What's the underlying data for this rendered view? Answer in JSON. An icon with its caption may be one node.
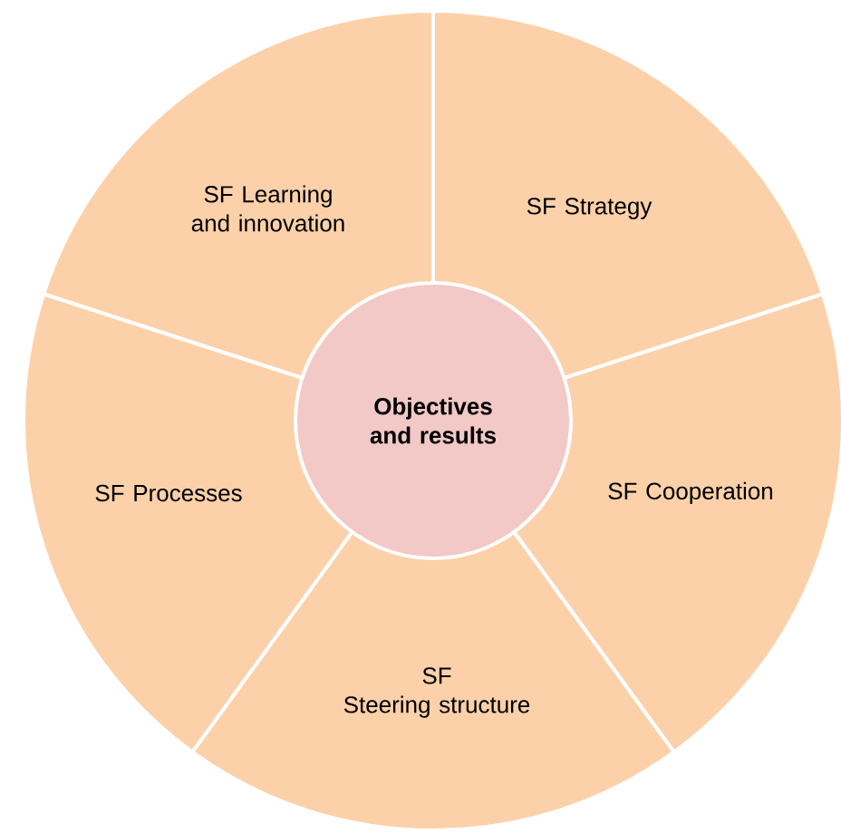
{
  "diagram": {
    "nodes": [
      {
        "text": [
          "SF Learning and innovation"
        ]
      },
      {
        "text": [
          "SF Strategy"
        ]
      },
      {
        "text": [
          "SF Processes"
        ]
      },
      {
        "text": [
          "SF Cooperation"
        ]
      },
      {
        "text": [
          "SF",
          "Steering structure"
        ]
      },
      {
        "text": [
          "Objectives and results"
        ]
      }
    ]
  }
}
